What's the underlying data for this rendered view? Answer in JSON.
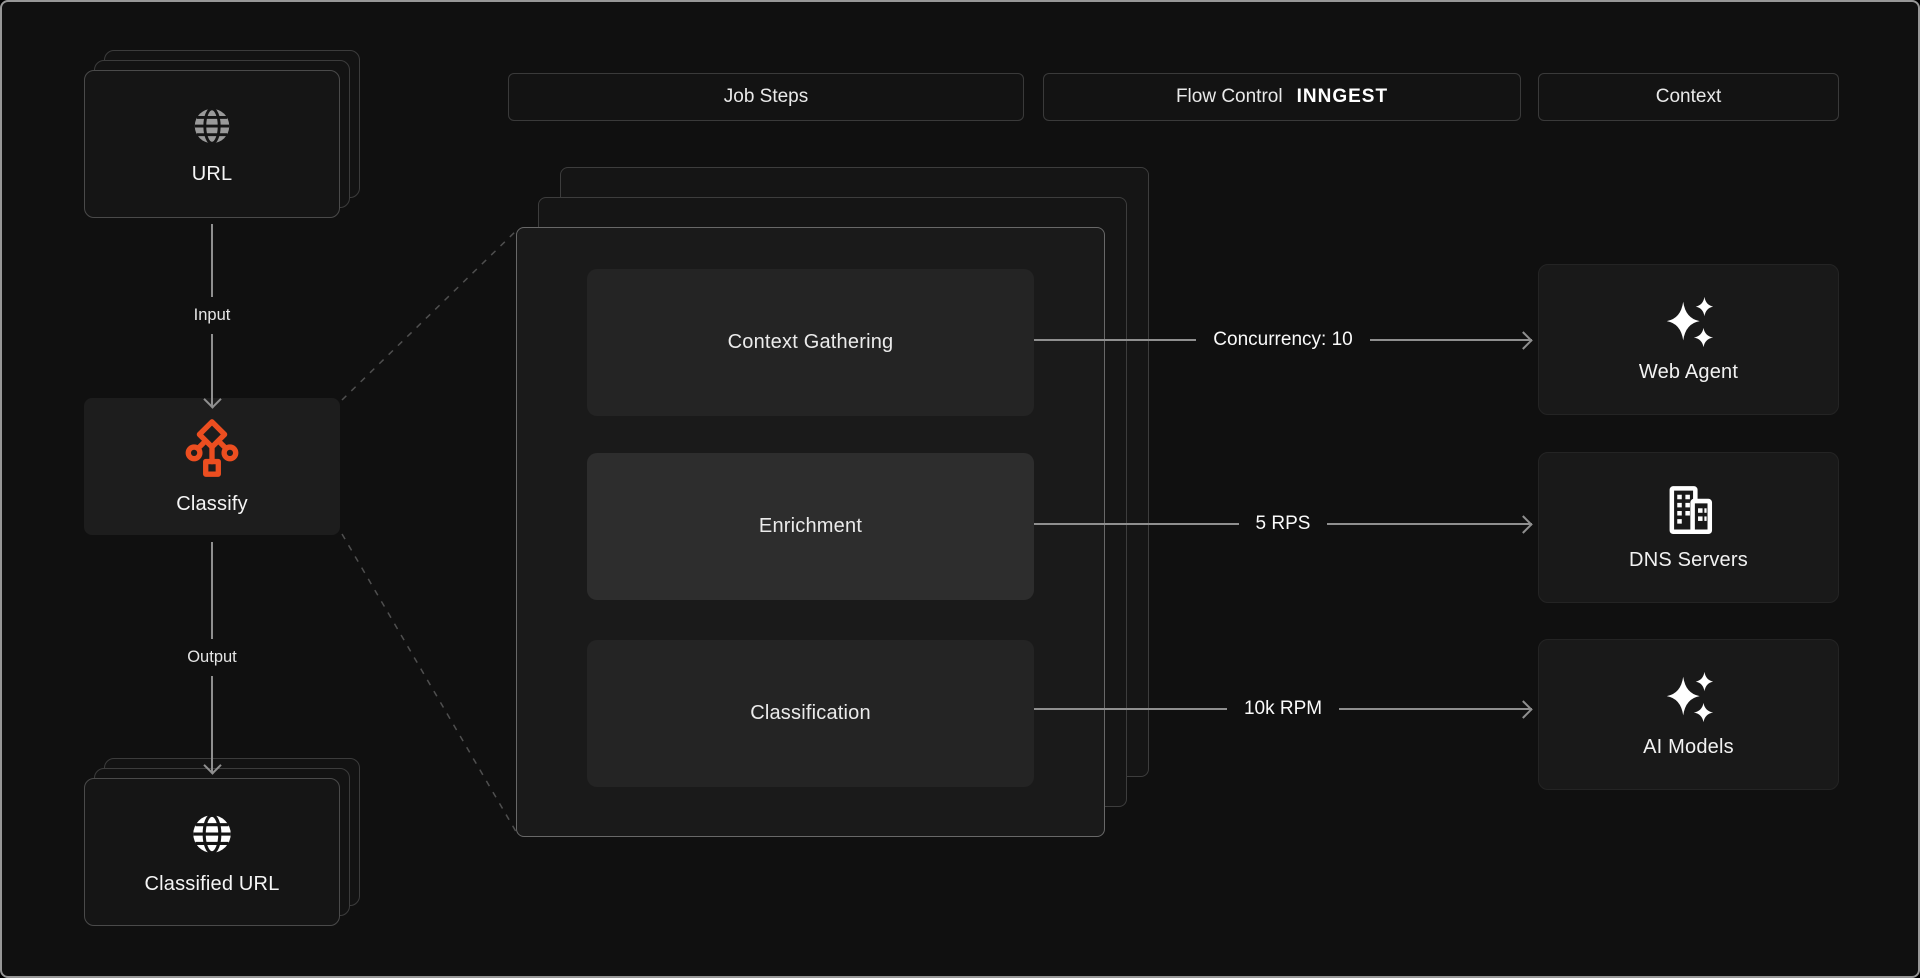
{
  "headers": {
    "job_steps": "Job Steps",
    "flow_control": "Flow Control",
    "flow_control_logo": "INNGEST",
    "context": "Context"
  },
  "pipeline": {
    "source": {
      "label": "URL",
      "icon": "globe-icon"
    },
    "input_label": "Input",
    "classify": {
      "label": "Classify",
      "icon": "classify-workflow-icon"
    },
    "output_label": "Output",
    "result": {
      "label": "Classified URL",
      "icon": "globe-icon"
    }
  },
  "job_steps": [
    {
      "label": "Context Gathering"
    },
    {
      "label": "Enrichment",
      "highlighted": true
    },
    {
      "label": "Classification"
    }
  ],
  "flow_controls": [
    {
      "label": "Concurrency: 10"
    },
    {
      "label": "5 RPS"
    },
    {
      "label": "10k RPM"
    }
  ],
  "context_services": [
    {
      "label": "Web Agent",
      "icon": "sparkles-icon"
    },
    {
      "label": "DNS Servers",
      "icon": "building-icon"
    },
    {
      "label": "AI Models",
      "icon": "sparkles-icon"
    }
  ],
  "colors": {
    "background": "#101010",
    "accent_orange": "#EC4E20",
    "arrow_gray": "#8F8F8F",
    "card_border": "#4A4A4A"
  }
}
